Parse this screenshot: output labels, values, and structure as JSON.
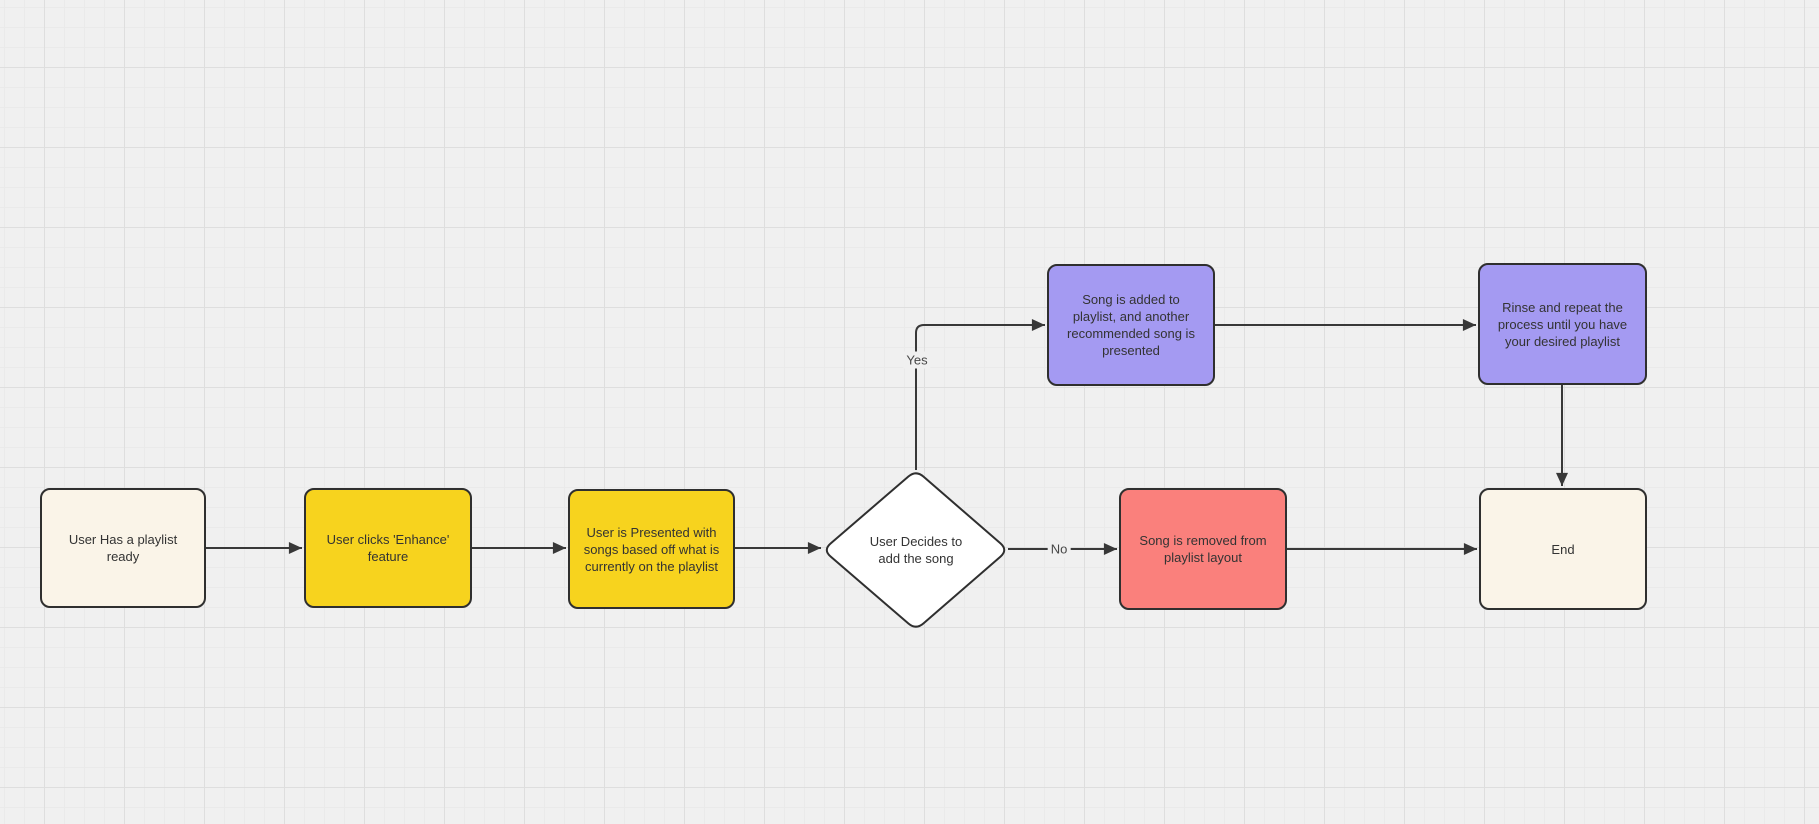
{
  "canvas": {
    "background_color": "#F0F0F0",
    "grid_minor_color": "#EAEAEA",
    "grid_major_color": "#DEDEDE"
  },
  "palette": {
    "stroke": "#383838",
    "text": "#333333",
    "cream": "#FAF4E8",
    "yellow": "#F7D31E",
    "red": "#FA807C",
    "purple": "#A49AF2",
    "decision_fill": "#FFFFFF"
  },
  "nodes": {
    "start": {
      "label": "User Has a playlist ready",
      "fill": "#FAF4E8",
      "shape": "rounded-rect"
    },
    "enhance": {
      "label": "User clicks 'Enhance' feature",
      "fill": "#F7D31E",
      "shape": "rounded-rect"
    },
    "presented": {
      "label": "User is Presented with songs based off what is currently on the playlist",
      "fill": "#F7D31E",
      "shape": "rounded-rect"
    },
    "decision": {
      "label": "User Decides to add the song",
      "fill": "#FFFFFF",
      "shape": "diamond"
    },
    "added": {
      "label": "Song is added to playlist, and another recommended song is presented",
      "fill": "#A49AF2",
      "shape": "rounded-rect"
    },
    "rinse": {
      "label": "Rinse and repeat the process until you have your desired playlist",
      "fill": "#A49AF2",
      "shape": "rounded-rect"
    },
    "removed": {
      "label": "Song is removed from playlist layout",
      "fill": "#FA807C",
      "shape": "rounded-rect"
    },
    "end": {
      "label": "End",
      "fill": "#FAF4E8",
      "shape": "rounded-rect"
    }
  },
  "edge_labels": {
    "yes": "Yes",
    "no": "No"
  }
}
